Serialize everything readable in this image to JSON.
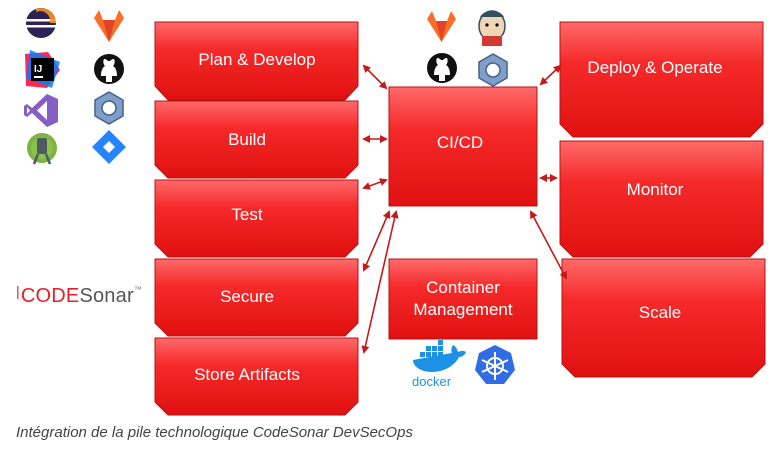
{
  "diagram": {
    "boxes": {
      "plan": "Plan & Develop",
      "build": "Build",
      "test": "Test",
      "secure": "Secure",
      "store": "Store Artifacts",
      "cicd": "CI/CD",
      "container_line1": "Container",
      "container_line2": "Management",
      "deploy": "Deploy & Operate",
      "monitor": "Monitor",
      "scale": "Scale"
    },
    "logos": {
      "codesonar_code": "CODE",
      "codesonar_sonar": "Sonar",
      "docker": "docker"
    },
    "icons": [
      "eclipse-icon",
      "gitlab-icon",
      "intellij-icon",
      "github-icon",
      "visual-studio-icon",
      "nut-icon",
      "android-studio-icon",
      "jira-icon",
      "jenkins-icon",
      "docker-icon",
      "kubernetes-icon"
    ],
    "colors": {
      "box_red": "#f01818",
      "box_red_light": "#ff5a5a",
      "arrow": "#c41a1a"
    }
  },
  "caption": "Intégration de la pile technologique CodeSonar DevSecOps"
}
